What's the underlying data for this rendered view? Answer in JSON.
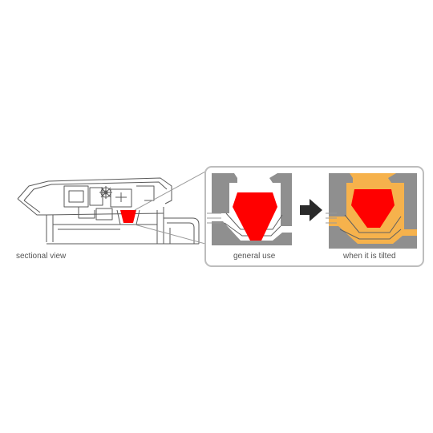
{
  "labels": {
    "sectional_view": "sectional view",
    "general_use": "general use",
    "when_tilted": "when it is tilted"
  },
  "colors": {
    "valve_red": "#ff0000",
    "housing_gray": "#8f8f8f",
    "tilted_fill": "#f6b24c",
    "arrow_black": "#2a2a2a",
    "panel_border": "#bdbdbd",
    "outline": "#606060"
  },
  "icons": {
    "arrow": "right-arrow-icon",
    "motion": "motion-lines-icon"
  }
}
